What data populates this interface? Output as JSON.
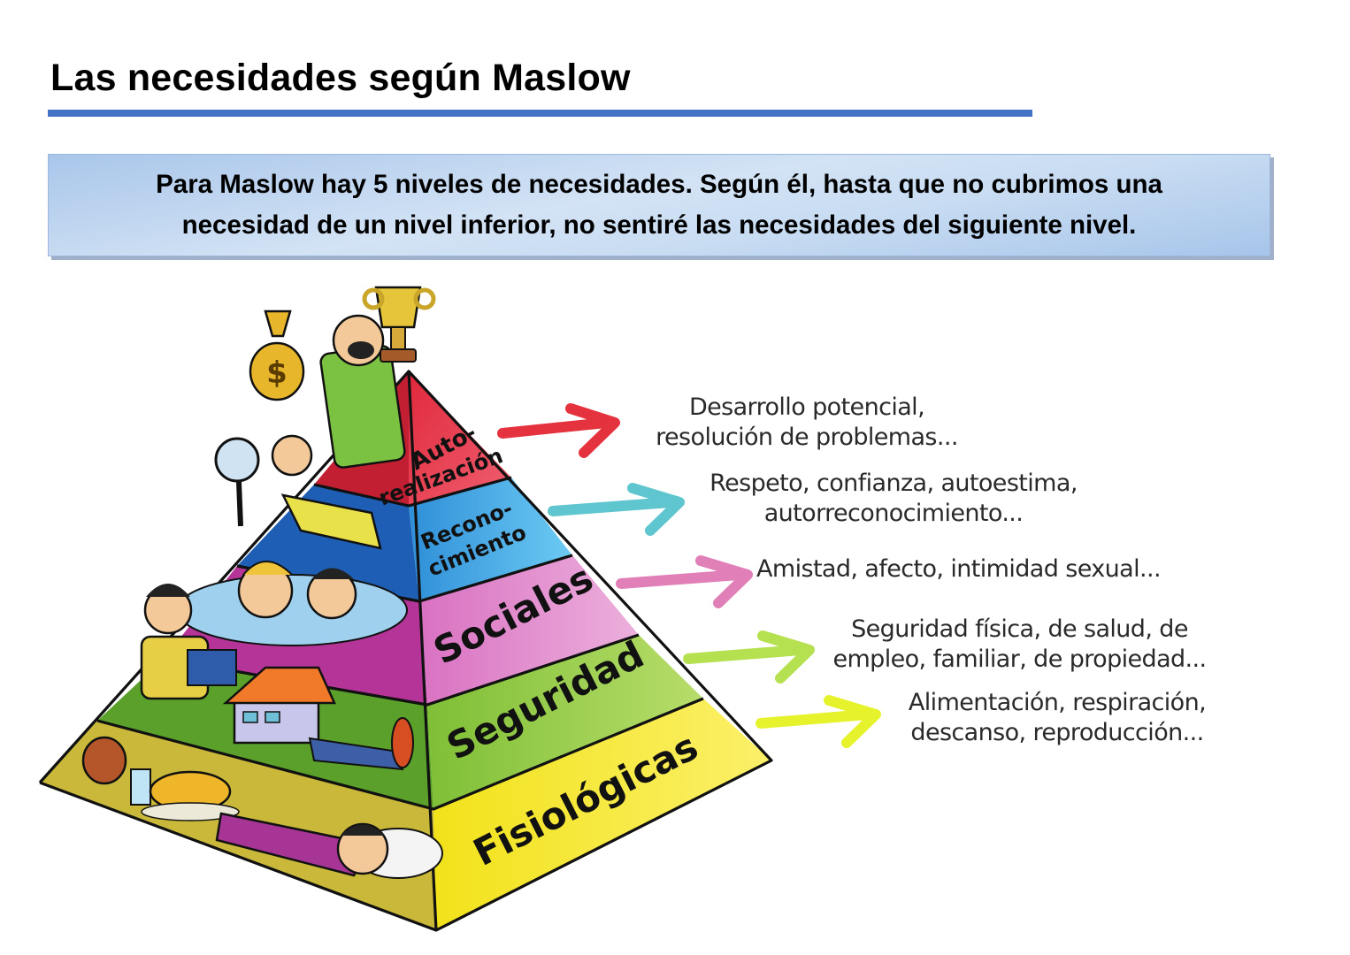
{
  "page": {
    "title": "Las necesidades según Maslow",
    "accent_color": "#4472c4"
  },
  "callout": {
    "line1": "Para Maslow hay 5 niveles de necesidades. Según él, hasta que no cubrimos una",
    "line2": "necesidad de un nivel inferior, no sentiré las necesidades del siguiente nivel."
  },
  "pyramid": {
    "levels": [
      {
        "name": "Autorrealización",
        "label_line1": "Auto-",
        "label_line2": "realización",
        "color": "#e8384a",
        "arrow_color": "#e5323f",
        "description_line1": "Desarrollo potencial,",
        "description_line2": "resolución de problemas..."
      },
      {
        "name": "Reconocimiento",
        "label_line1": "Recono-",
        "label_line2": "cimiento",
        "color": "#3aa7e3",
        "arrow_color": "#5fc6cf",
        "description_line1": "Respeto, confianza, autoestima,",
        "description_line2": "autorreconocimiento..."
      },
      {
        "name": "Sociales",
        "label_line1": "Sociales",
        "color": "#e48ccf",
        "arrow_color": "#e07fb8",
        "description_line1": "Amistad, afecto, intimidad sexual..."
      },
      {
        "name": "Seguridad",
        "label_line1": "Seguridad",
        "color": "#8cc63f",
        "arrow_color": "#b5e04f",
        "description_line1": "Seguridad física, de salud, de",
        "description_line2": "empleo, familiar, de propiedad..."
      },
      {
        "name": "Fisiológicas",
        "label_line1": "Fisiológicas",
        "color": "#f5e61c",
        "arrow_color": "#e6f22b",
        "description_line1": "Alimentación, respiración,",
        "description_line2": "descanso, reproducción..."
      }
    ]
  }
}
